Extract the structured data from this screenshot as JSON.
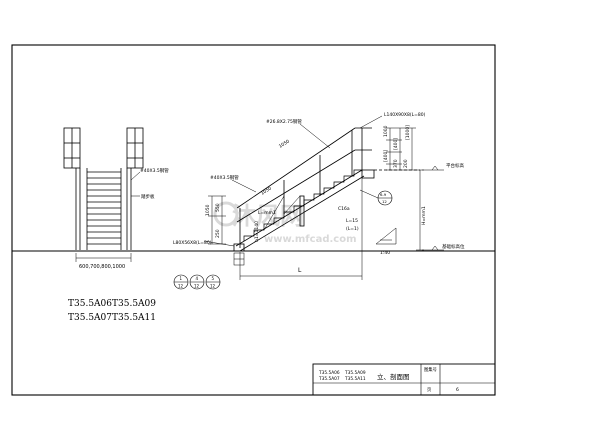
{
  "front_view": {
    "bottom_dim": "600,700,800,1000",
    "handrail_label": "#40X3.5钢管",
    "tread_label": "踏步板"
  },
  "side_view": {
    "pipe_top_label": "#26.8X2.75钢管",
    "pipe_mid_label": "#40X3.5钢管",
    "angle_top_label": "L140X90X8(L=80)",
    "angle_bottom_label": "L80X56X8(L=80)",
    "platform_label": "平台标高",
    "ground_label": "基础标高位",
    "length_label": "L",
    "slope_label": "1:40",
    "height_label": "H=mm1",
    "right_dims": [
      "1000",
      "[1000]",
      "[400]",
      "[400]",
      "370",
      "200"
    ],
    "left_dims": [
      "1050",
      "550",
      "250"
    ],
    "mid_dims": [
      "1050",
      "1050"
    ],
    "small_dims": [
      "L=mm1",
      "h1=1140",
      "C16a",
      "L=15",
      "(L=1)"
    ],
    "section_marks": [
      {
        "num": "1",
        "den": "12"
      },
      {
        "num": "4",
        "den": "12"
      },
      {
        "num": "5",
        "den": "12"
      }
    ],
    "detail_mark": {
      "num": "6-9",
      "den": "12"
    }
  },
  "model_codes": [
    "T35.5A06",
    "T35.5A09",
    "T35.5A07",
    "T35.5A11"
  ],
  "title_block": {
    "codes": [
      "T35.5A06",
      "T35.5A09",
      "T35.5A07",
      "T35.5A11"
    ],
    "title": "立、剖面图",
    "drawing_no_label": "图集号",
    "page_label": "页",
    "page_no": "6"
  },
  "watermark": {
    "text": "沐风网",
    "sub": "www.mfcad.com"
  }
}
